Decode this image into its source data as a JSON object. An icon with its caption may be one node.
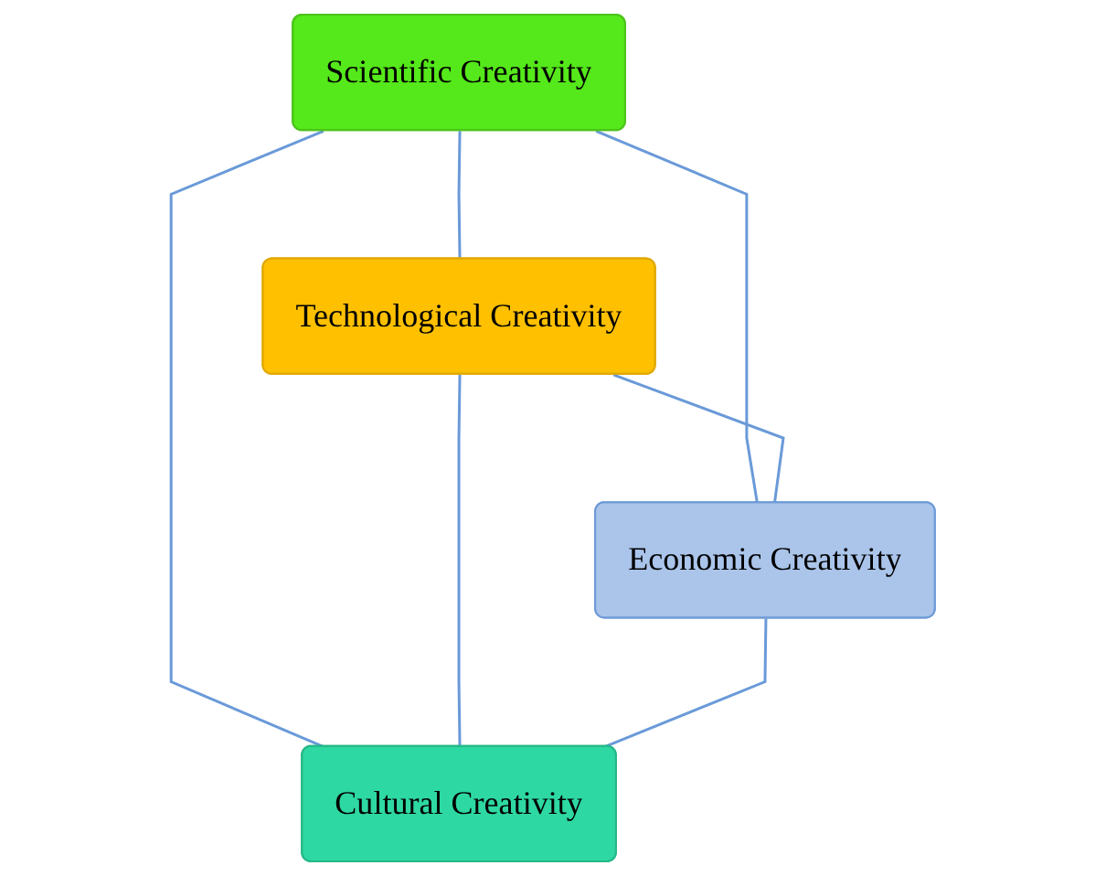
{
  "diagram": {
    "nodes": [
      {
        "text": [
          "Scientific Creativity"
        ]
      },
      {
        "text": [
          "Technological Creativity"
        ]
      },
      {
        "text": [
          "Economic Creativity"
        ]
      },
      {
        "text": [
          "Cultural Creativity"
        ]
      }
    ],
    "edges": [
      {
        "from": 0,
        "to": 1,
        "arrow": "none"
      },
      {
        "from": 0,
        "to": 2,
        "arrow": "none"
      },
      {
        "from": 0,
        "to": 3,
        "arrow": "none"
      },
      {
        "from": 1,
        "to": 2,
        "arrow": "none"
      },
      {
        "from": 1,
        "to": 3,
        "arrow": "none"
      },
      {
        "from": 2,
        "to": 3,
        "arrow": "none"
      }
    ]
  }
}
